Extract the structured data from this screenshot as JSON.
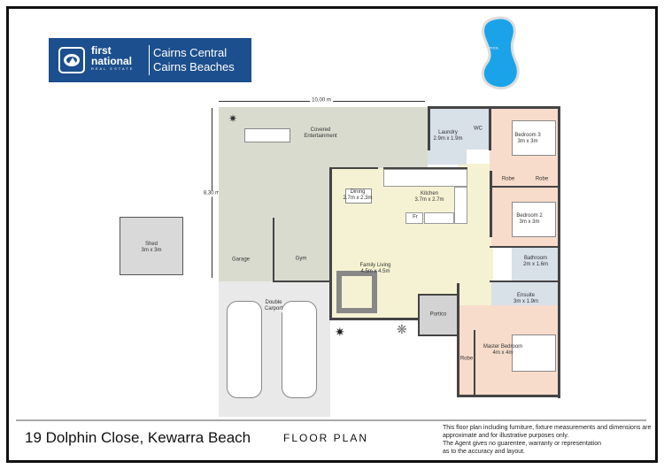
{
  "logo": {
    "brand_line1": "first",
    "brand_line2": "national",
    "brand_sub": "REAL ESTATE",
    "office_line1": "Cairns Central",
    "office_line2": "Cairns Beaches"
  },
  "pool_label": "POOL",
  "dimensions": {
    "width": "10,00 m",
    "height": "8,30 m"
  },
  "rooms": {
    "covered": {
      "name": "Covered",
      "name2": "Entertainment"
    },
    "laundry": {
      "name": "Laundry",
      "size": "2.9m x 1.9m"
    },
    "wc": {
      "name": "WC"
    },
    "bedroom3": {
      "name": "Bedroom 3",
      "size": "3m x 3m"
    },
    "robe1": "Robe",
    "robe2": "Robe",
    "robe3": "Robe",
    "dining": {
      "name": "Dining",
      "size": "2.7m x 2.3m"
    },
    "kitchen": {
      "name": "Kitchen",
      "size": "3.7m x 2.7m"
    },
    "fridge": "Fr",
    "bedroom2": {
      "name": "Bedroom 2",
      "size": "3m x 3m"
    },
    "garage": "Garage",
    "gym": "Gym",
    "family": {
      "name": "Family Living",
      "size": "4.5m x 4.5m"
    },
    "bathroom": {
      "name": "Bathroom",
      "size": "2m x 1.6m"
    },
    "carport": {
      "name": "Double",
      "name2": "Carport"
    },
    "ensuite": {
      "name": "Ensuite",
      "size": "3m x 1.9m"
    },
    "portico": "Portico",
    "master": {
      "name": "Master Bedroom",
      "size": "4m x 4m"
    },
    "shed": {
      "name": "Shed",
      "size": "3m x 3m"
    }
  },
  "footer": {
    "address": "19 Dolphin Close, Kewarra Beach",
    "title": "FLOOR PLAN",
    "disclaimer": [
      "This floor plan including furniture, fixture measurements and dimensions are",
      "approximate and for illustrative purposes only.",
      "The Agent gives no guarentee, warranty or representation",
      "as to the accuracy and layout."
    ]
  },
  "colors": {
    "brand": "#1c4f8d",
    "pool": "#1aa3e8",
    "outdoor": "#dadbcf",
    "living": "#f5f2d3",
    "wet": "#d8e0e8",
    "bedroom": "#f7dccb"
  }
}
